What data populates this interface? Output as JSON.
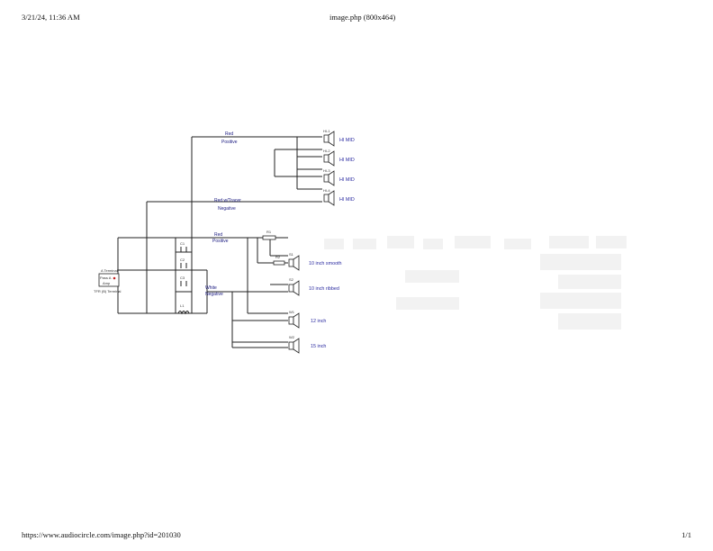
{
  "header": {
    "timestamp": "3/21/24, 11:36 AM",
    "title": "image.php (800x464)"
  },
  "footer": {
    "url": "https://www.audiocircle.com/image.php?id=201030",
    "page": "1/1"
  },
  "diagram": {
    "wire_labels": [
      {
        "top": "Red",
        "bottom": "Positive"
      },
      {
        "top": "Red w/Tracer",
        "bottom": "Negative"
      },
      {
        "top": "Red",
        "bottom": "Positive"
      },
      {
        "top": "White",
        "bottom": "Negative"
      }
    ],
    "amp": {
      "line1": "Pass A",
      "line2": "Amp",
      "top_label": "A Terminal",
      "bottom_label": "TFR (B) Terminal"
    },
    "components": [
      "C1",
      "C2",
      "C3",
      "L1",
      "R1",
      "R2"
    ],
    "speakers": [
      {
        "ref": "HI-1",
        "label": "HI MID"
      },
      {
        "ref": "HI-2",
        "label": "HI MID"
      },
      {
        "ref": "HI-3",
        "label": "HI MID"
      },
      {
        "ref": "HI-4",
        "label": "HI MID"
      },
      {
        "ref": "S1",
        "label": "10 inch smooth"
      },
      {
        "ref": "S2",
        "label": "10 inch ribbed"
      },
      {
        "ref": "W1",
        "label": "12 inch"
      },
      {
        "ref": "W2",
        "label": "15 inch"
      }
    ]
  }
}
